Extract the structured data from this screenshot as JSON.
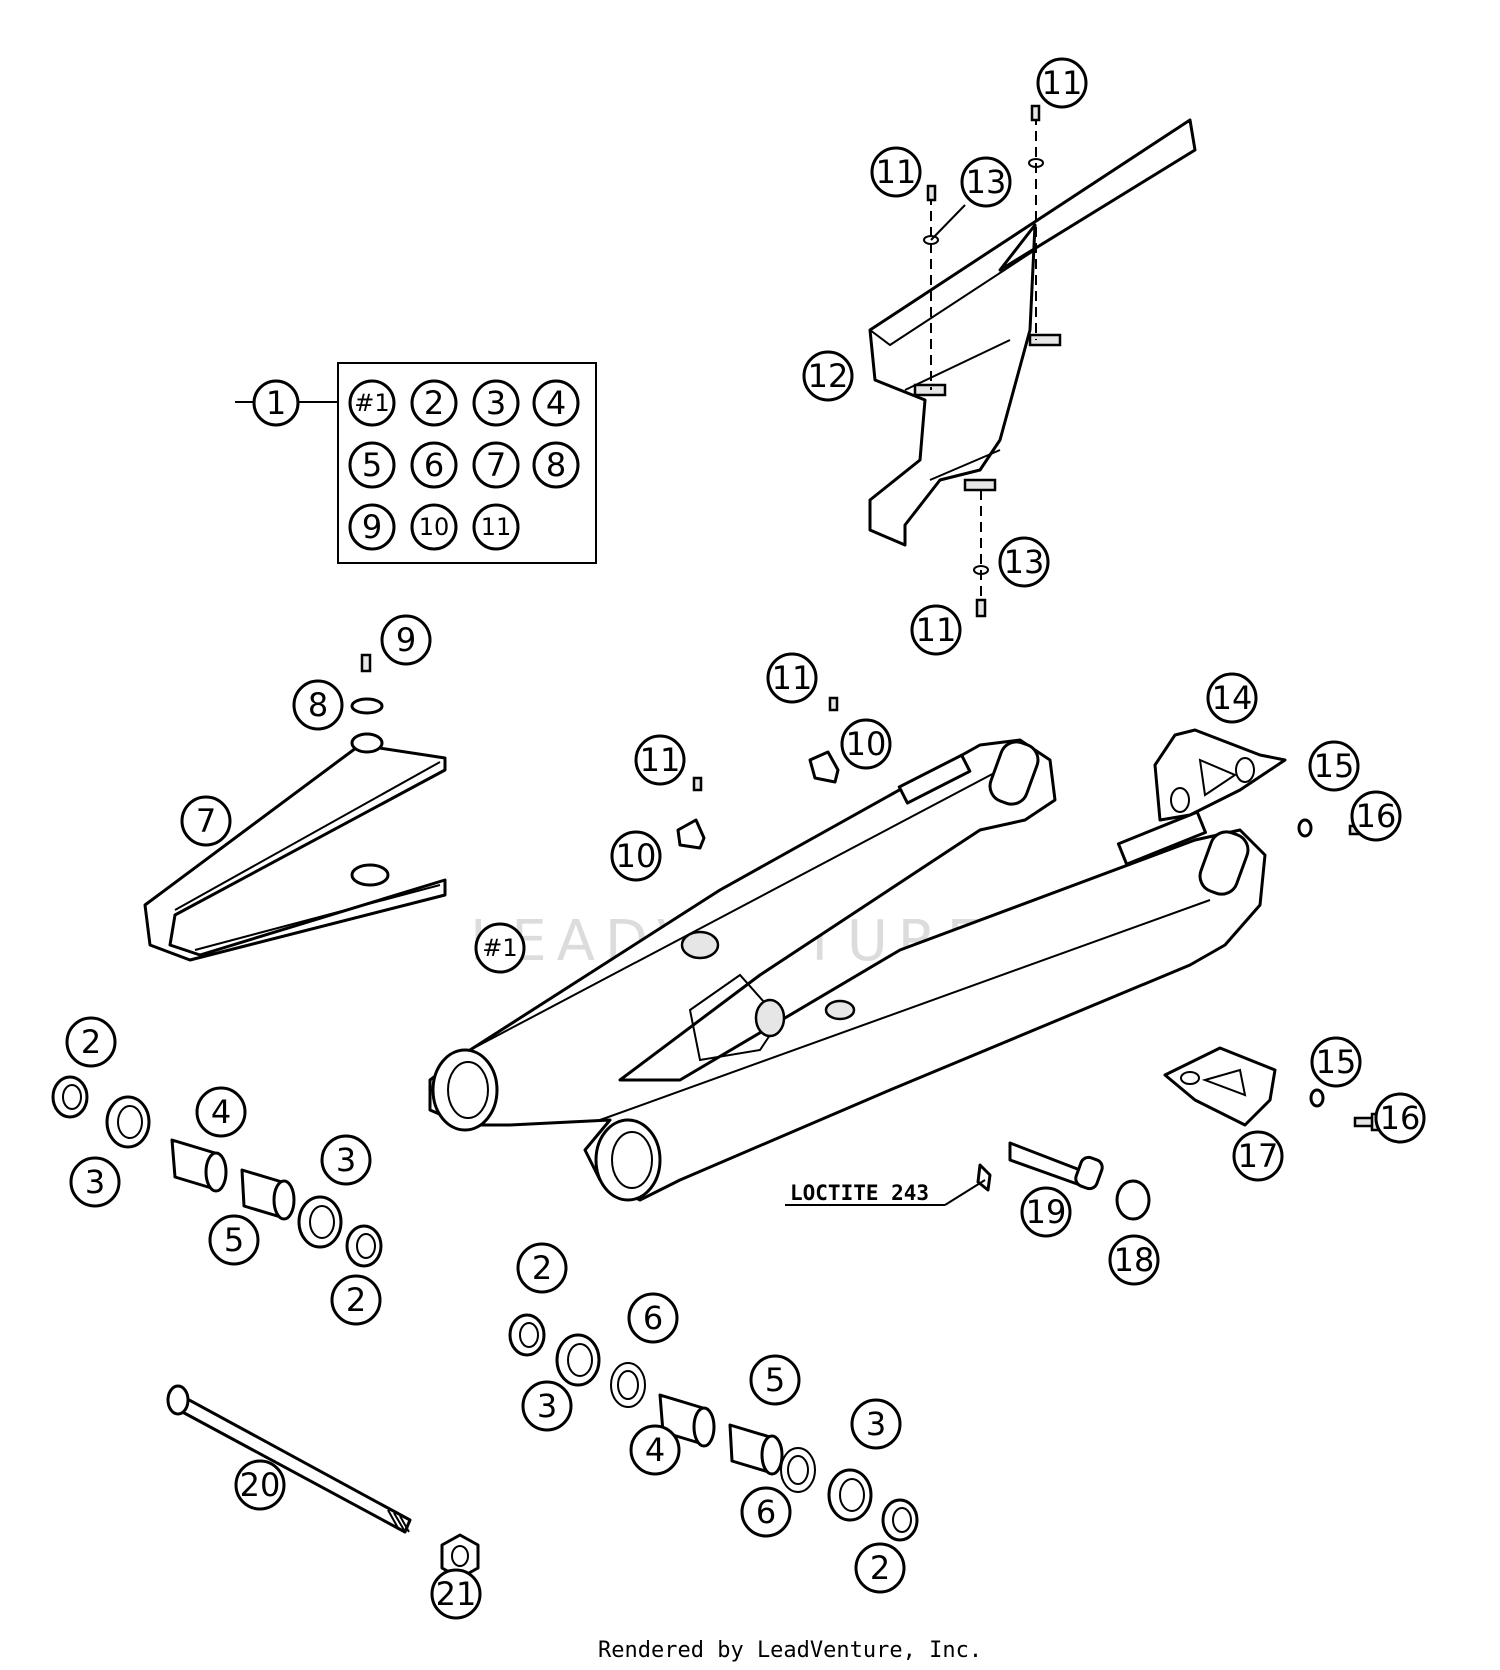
{
  "callouts": [
    {
      "label": "1"
    },
    {
      "label": "#1"
    },
    {
      "label": "2"
    },
    {
      "label": "3"
    },
    {
      "label": "4"
    },
    {
      "label": "5"
    },
    {
      "label": "6"
    },
    {
      "label": "7"
    },
    {
      "label": "8"
    },
    {
      "label": "9"
    },
    {
      "label": "10"
    },
    {
      "label": "11"
    },
    {
      "label": "11"
    },
    {
      "label": "11"
    },
    {
      "label": "13"
    },
    {
      "label": "12"
    },
    {
      "label": "13"
    },
    {
      "label": "11"
    },
    {
      "label": "9"
    },
    {
      "label": "8"
    },
    {
      "label": "7"
    },
    {
      "label": "11"
    },
    {
      "label": "10"
    },
    {
      "label": "11"
    },
    {
      "label": "10"
    },
    {
      "label": "14"
    },
    {
      "label": "15"
    },
    {
      "label": "16"
    },
    {
      "label": "#1"
    },
    {
      "label": "2"
    },
    {
      "label": "3"
    },
    {
      "label": "4"
    },
    {
      "label": "5"
    },
    {
      "label": "3"
    },
    {
      "label": "2"
    },
    {
      "label": "15"
    },
    {
      "label": "16"
    },
    {
      "label": "17"
    },
    {
      "label": "19"
    },
    {
      "label": "18"
    },
    {
      "label": "2"
    },
    {
      "label": "6"
    },
    {
      "label": "3"
    },
    {
      "label": "4"
    },
    {
      "label": "5"
    },
    {
      "label": "3"
    },
    {
      "label": "6"
    },
    {
      "label": "2"
    },
    {
      "label": "20"
    },
    {
      "label": "21"
    }
  ],
  "note_loctite": "LOCTITE 243",
  "watermark": "LEADVENTURE",
  "footer": "Rendered by LeadVenture, Inc."
}
